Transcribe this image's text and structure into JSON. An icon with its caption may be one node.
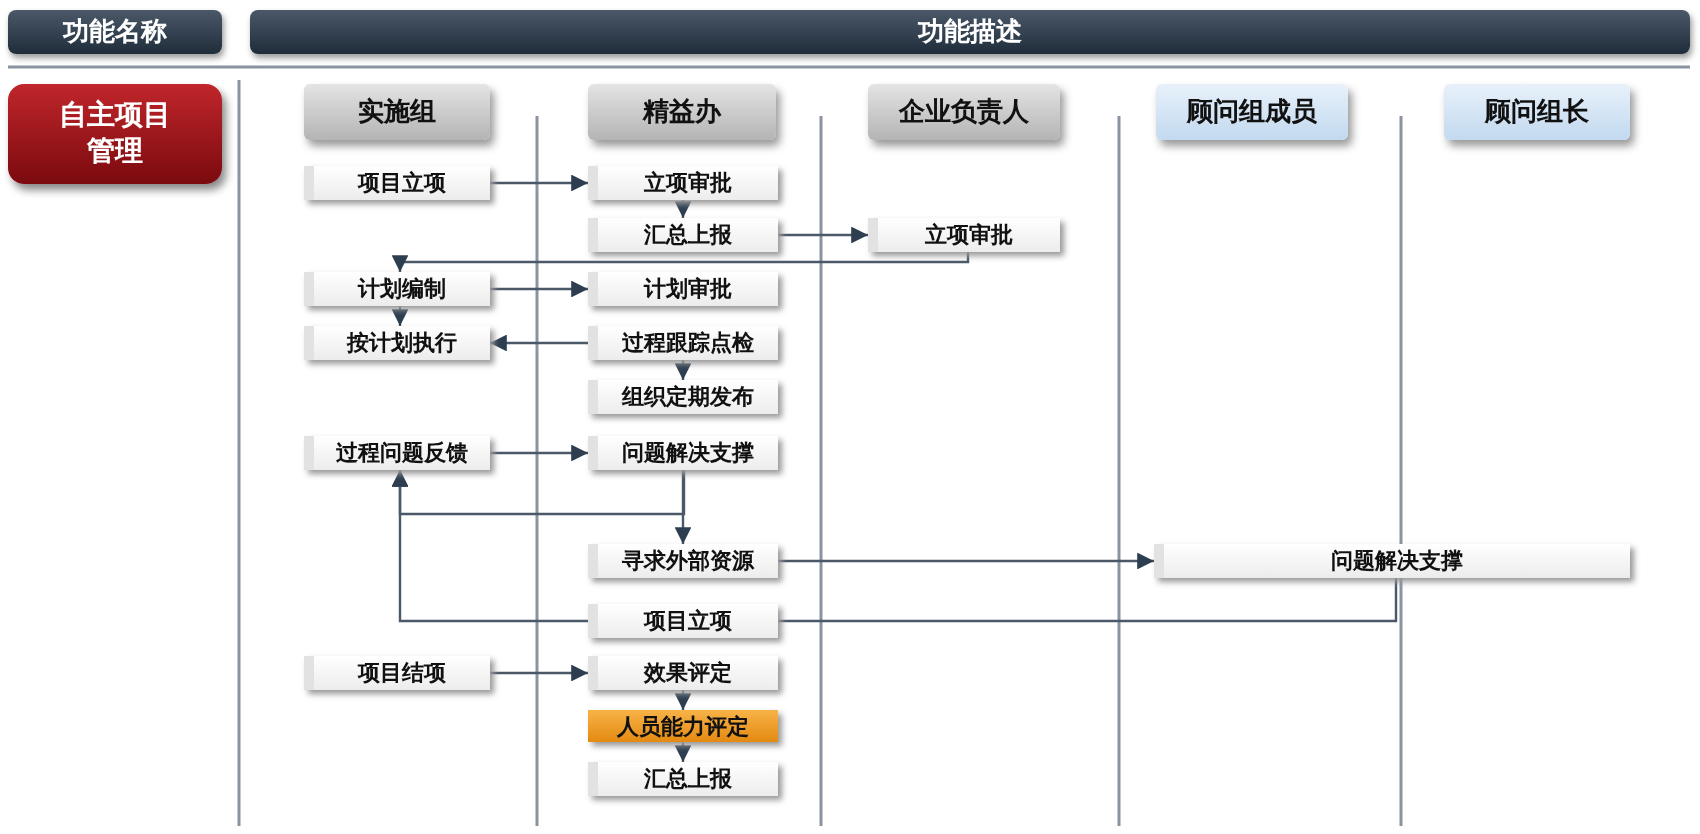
{
  "diagram": {
    "nodes": [
      {
        "text": [
          "功能名称"
        ]
      },
      {
        "text": [
          "功能描述"
        ]
      },
      {
        "text": [
          "自主项目管理"
        ]
      },
      {
        "text": [
          "实施组"
        ]
      },
      {
        "text": [
          "精益办"
        ]
      },
      {
        "text": [
          "企业负责人"
        ]
      },
      {
        "text": [
          "顾问组成员"
        ]
      },
      {
        "text": [
          "顾问组长"
        ]
      },
      {
        "text": [
          "项目立项"
        ]
      },
      {
        "text": [
          "立项审批"
        ]
      },
      {
        "text": [
          "汇总上报"
        ]
      },
      {
        "text": [
          "立项审批"
        ]
      },
      {
        "text": [
          "计划编制"
        ]
      },
      {
        "text": [
          "计划审批"
        ]
      },
      {
        "text": [
          "按计划执行"
        ]
      },
      {
        "text": [
          "过程跟踪点检"
        ]
      },
      {
        "text": [
          "组织定期发布"
        ]
      },
      {
        "text": [
          "过程问题反馈"
        ]
      },
      {
        "text": [
          "问题解决支撑"
        ]
      },
      {
        "text": [
          "寻求外部资源"
        ]
      },
      {
        "text": [
          "问题解决支撑"
        ]
      },
      {
        "text": [
          "项目立项"
        ]
      },
      {
        "text": [
          "项目结项"
        ]
      },
      {
        "text": [
          "效果评定"
        ]
      },
      {
        "text": [
          "人员能力评定"
        ]
      },
      {
        "text": [
          "汇总上报"
        ]
      }
    ],
    "edges": [
      {
        "from": 8,
        "to": 9,
        "arrow": "to"
      },
      {
        "from": 9,
        "to": 10,
        "arrow": "to"
      },
      {
        "from": 10,
        "to": 11,
        "arrow": "to"
      },
      {
        "from": 11,
        "to": 12,
        "arrow": "to"
      },
      {
        "from": 12,
        "to": 13,
        "arrow": "to"
      },
      {
        "from": 12,
        "to": 14,
        "arrow": "to"
      },
      {
        "from": 15,
        "to": 14,
        "arrow": "to"
      },
      {
        "from": 15,
        "to": 16,
        "arrow": "to"
      },
      {
        "from": 17,
        "to": 18,
        "arrow": "to"
      },
      {
        "from": 18,
        "to": 19,
        "arrow": "to"
      },
      {
        "from": 18,
        "to": 17,
        "arrow": "to"
      },
      {
        "from": 19,
        "to": 20,
        "arrow": "to"
      },
      {
        "from": 21,
        "to": 17,
        "arrow": "to"
      },
      {
        "from": 20,
        "to": 21,
        "arrow": "none"
      },
      {
        "from": 22,
        "to": 23,
        "arrow": "to"
      },
      {
        "from": 23,
        "to": 24,
        "arrow": "to"
      },
      {
        "from": 24,
        "to": 25,
        "arrow": "to"
      }
    ]
  }
}
